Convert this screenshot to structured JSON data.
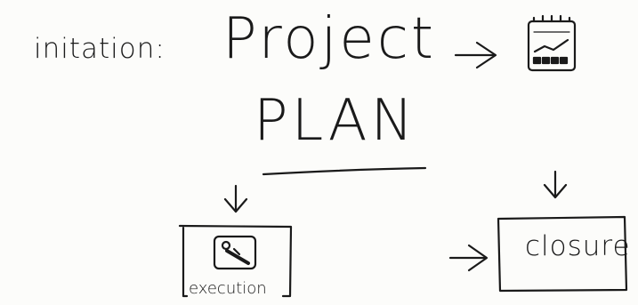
{
  "diagram": {
    "initiation_label": "initation:",
    "title_line1": "Project",
    "title_line2": "PLAN",
    "closure_label": "closure",
    "execution_label": "execution",
    "ink_color": "#1a1a1a",
    "background_color": "#fcfcfa",
    "icons": {
      "planning": "notepad-chart-icon",
      "execution": "image-tools-icon"
    }
  }
}
